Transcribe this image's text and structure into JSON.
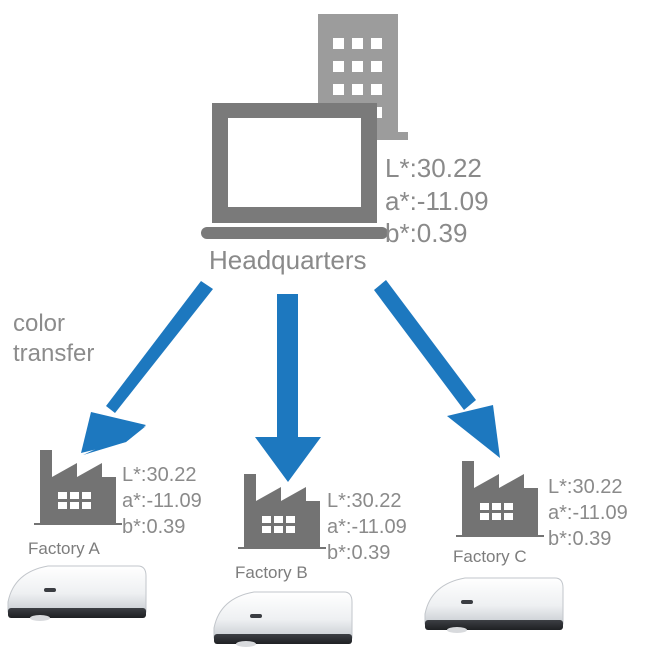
{
  "headquarters": {
    "label": "Headquarters",
    "L": "L*:30.22",
    "a": "a*:-11.09",
    "b": "b*:0.39"
  },
  "transfer_label": {
    "line1": "color",
    "line2": "transfer"
  },
  "factories": [
    {
      "name": "Factory A",
      "L": "L*:30.22",
      "a": "a*:-11.09",
      "b": "b*:0.39"
    },
    {
      "name": "Factory B",
      "L": "L*:30.22",
      "a": "a*:-11.09",
      "b": "b*:0.39"
    },
    {
      "name": "Factory C",
      "L": "L*:30.22",
      "a": "a*:-11.09",
      "b": "b*:0.39"
    }
  ],
  "colors": {
    "arrow": "#1d78bf",
    "icon_gray": "#737373",
    "building_gray": "#9c9c9c",
    "text_gray": "#8a8a8a"
  },
  "icons": [
    "building-icon",
    "laptop-icon",
    "factory-icon",
    "colorimeter-device"
  ]
}
